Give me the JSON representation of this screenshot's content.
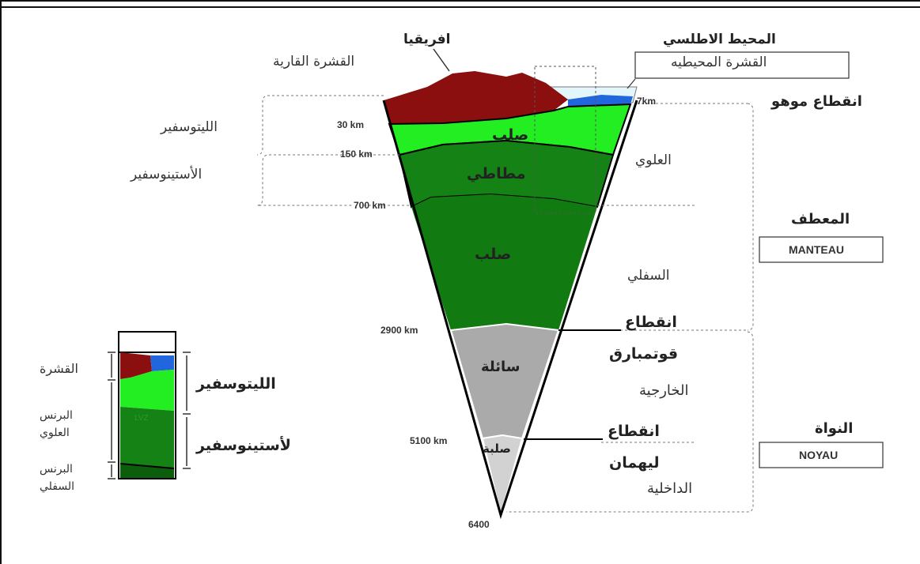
{
  "labels": {
    "africa": "افريقيا",
    "continental_crust": "القشرة القارية",
    "atlantic": "المحيط الاطلسي",
    "oceanic_crust": "القشرة المحيطيه",
    "moho": "انقطاع موهو",
    "lithosphere": "الليتوسفير",
    "asthenosphere": "الأستينوسفير",
    "rigid_top": "صلب",
    "plastic": "مطاطي",
    "rigid_lower": "صلب",
    "upper": "العلوي",
    "mantle_ar": "المعطف",
    "mantle_fr": "MANTEAU",
    "lower": "السفلي",
    "gutenberg_1": "انقطاع",
    "gutenberg_2": "قوتمبارق",
    "outer_1": "الخارجية",
    "liquid": "سائلة",
    "core_ar": "النواة",
    "core_fr": "NOYAU",
    "lehmann_1": "انقطاع",
    "lehmann_2": "ليهمان",
    "inner": "الداخلية",
    "solid_core": "صلبة",
    "depth_7": "7km",
    "depth_30": "30 km",
    "depth_150": "150 km",
    "depth_700": "700 km",
    "depth_2900": "2900 km",
    "depth_5100": "5100 km",
    "depth_6400": "6400"
  },
  "inset": {
    "crust": "القشرة",
    "upper_mantle_1": "البرنس",
    "upper_mantle_2": "العلوي",
    "lower_mantle_1": "البرنس",
    "lower_mantle_2": "السفلي",
    "lithosphere": "الليتوسفير",
    "asthenosphere": "لأستينوسفير",
    "lvz": "LVZ"
  },
  "colors": {
    "continental_crust": "#8b0f0f",
    "oceanic_crust": "#2266dd",
    "ocean_water": "#e3f6fb",
    "lithosphere_mantle": "#22ee22",
    "asthenosphere": "#148214",
    "lower_mantle": "#117a11",
    "outer_core": "#aaaaaa",
    "inner_core": "#d2d2d2"
  }
}
